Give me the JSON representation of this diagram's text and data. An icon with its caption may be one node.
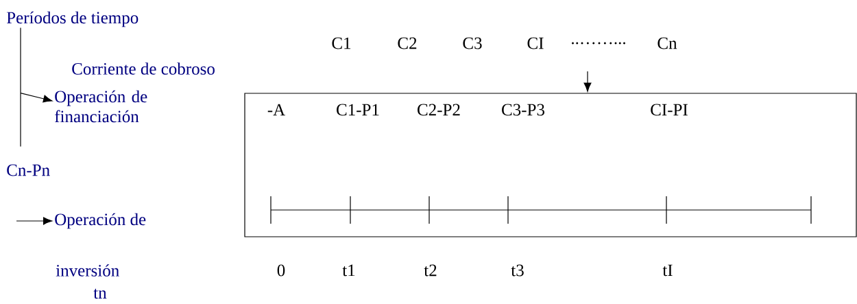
{
  "diagram": {
    "nodes": [
      {
        "text": [
          "Períodos de tiempo"
        ]
      },
      {
        "text": [
          "Operación de financiación"
        ]
      },
      {
        "text": [
          "Operación de"
        ]
      },
      {
        "text": [],
        "shape": "box"
      }
    ],
    "edges": [
      {
        "from": 0,
        "to": 1,
        "arrow": "to"
      },
      {
        "from": null,
        "to": 3,
        "arrow": "to"
      },
      {
        "from": null,
        "to": 2,
        "arrow": "to"
      }
    ],
    "labels": [
      "C1",
      "C2",
      "C3",
      "CI",
      "..……...",
      "Cn",
      "Corriente de cobroso",
      "-A",
      "C1-P1",
      "C2-P2",
      "C3-P3",
      "CI-PI",
      "Cn-Pn",
      "inversión",
      "0",
      "t1",
      "t2",
      "t3",
      "tI",
      "tn"
    ]
  }
}
